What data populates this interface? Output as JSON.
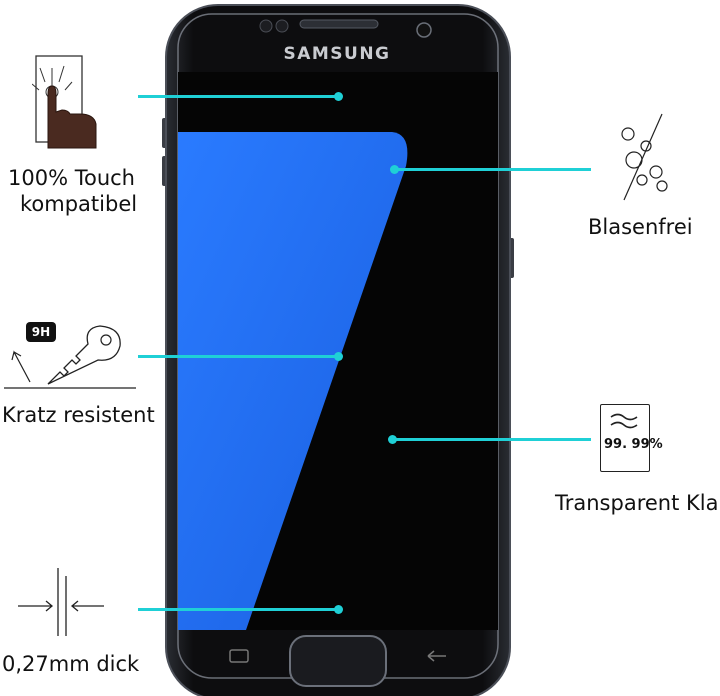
{
  "brand": "SAMSUNG",
  "features": [
    {
      "id": "touch",
      "text_lines": [
        "100% Touch",
        "kompatibel"
      ],
      "icon": "touch-finger-icon"
    },
    {
      "id": "bubble",
      "text_lines": [
        "Blasenfrei"
      ],
      "icon": "bubbles-icon"
    },
    {
      "id": "scratch",
      "text_lines": [
        "Kratz resistent"
      ],
      "icon": "key-scratch-icon",
      "badge": "9H"
    },
    {
      "id": "clear",
      "text_lines": [
        "Transparent Klar"
      ],
      "icon": "clarity-icon",
      "badge": "99. 99%"
    },
    {
      "id": "thin",
      "text_lines": [
        "0,27mm dick"
      ],
      "icon": "thickness-arrows-icon"
    }
  ],
  "colors": {
    "accent": "#1fd0d6",
    "screen_blue": "#1f6fff",
    "phone_body": "#141414"
  }
}
